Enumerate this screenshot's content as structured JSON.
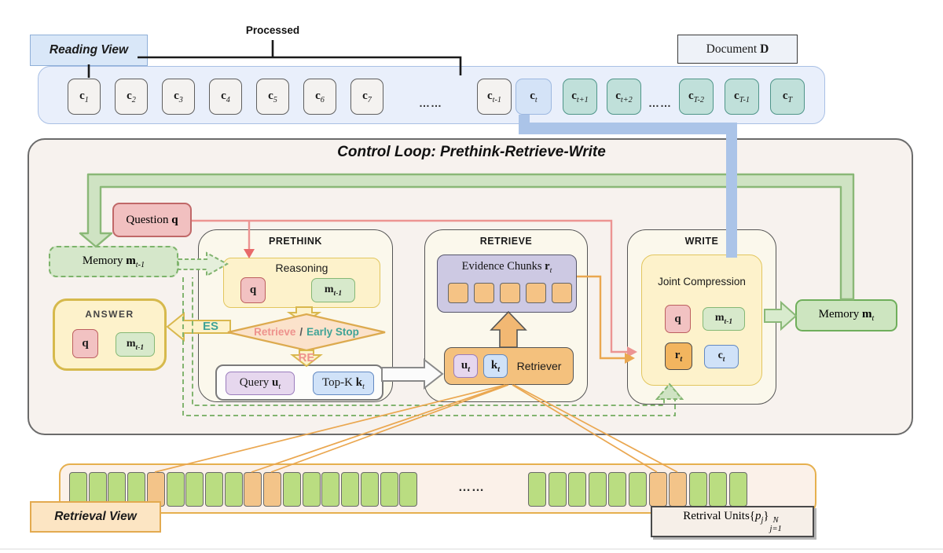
{
  "reading_view": {
    "label": "Reading View"
  },
  "processed": {
    "label": "Processed"
  },
  "document": {
    "label_tokens": [
      {
        "t": "Document "
      },
      {
        "b": "D"
      }
    ]
  },
  "reading_chunks": [
    {
      "kind": "chunk",
      "type": "processed",
      "tokens": [
        {
          "b": "c"
        },
        {
          "s": "1"
        }
      ]
    },
    {
      "kind": "chunk",
      "type": "processed",
      "tokens": [
        {
          "b": "c"
        },
        {
          "s": "2"
        }
      ]
    },
    {
      "kind": "chunk",
      "type": "processed",
      "tokens": [
        {
          "b": "c"
        },
        {
          "s": "3"
        }
      ]
    },
    {
      "kind": "chunk",
      "type": "processed",
      "tokens": [
        {
          "b": "c"
        },
        {
          "s": "4"
        }
      ]
    },
    {
      "kind": "chunk",
      "type": "processed",
      "tokens": [
        {
          "b": "c"
        },
        {
          "s": "5"
        }
      ]
    },
    {
      "kind": "chunk",
      "type": "processed",
      "tokens": [
        {
          "b": "c"
        },
        {
          "s": "6"
        }
      ]
    },
    {
      "kind": "chunk",
      "type": "processed",
      "tokens": [
        {
          "b": "c"
        },
        {
          "s": "7"
        }
      ]
    },
    {
      "kind": "dots",
      "text": "……"
    },
    {
      "kind": "chunk",
      "type": "processed",
      "tokens": [
        {
          "b": "c"
        },
        {
          "s": "t-1"
        }
      ]
    },
    {
      "kind": "chunk",
      "type": "current",
      "tokens": [
        {
          "b": "c"
        },
        {
          "s": "t"
        }
      ]
    },
    {
      "kind": "chunk",
      "type": "future",
      "tokens": [
        {
          "b": "c"
        },
        {
          "s": "t+1"
        }
      ]
    },
    {
      "kind": "chunk",
      "type": "future",
      "tokens": [
        {
          "b": "c"
        },
        {
          "s": "t+2"
        }
      ]
    },
    {
      "kind": "dots",
      "text": "……"
    },
    {
      "kind": "chunk",
      "type": "future",
      "tokens": [
        {
          "b": "c"
        },
        {
          "s": "T-2"
        }
      ]
    },
    {
      "kind": "chunk",
      "type": "future",
      "tokens": [
        {
          "b": "c"
        },
        {
          "s": "T-1"
        }
      ]
    },
    {
      "kind": "chunk",
      "type": "future",
      "tokens": [
        {
          "b": "c"
        },
        {
          "s": "T"
        }
      ]
    }
  ],
  "control_loop": {
    "title": "Control Loop: Prethink-Retrieve-Write",
    "question_tokens": [
      {
        "t": "Question "
      },
      {
        "b": "q"
      }
    ],
    "memory_prev_tokens": [
      {
        "t": "Memory "
      },
      {
        "b": "m"
      },
      {
        "s": "t-1"
      }
    ],
    "memory_next_tokens": [
      {
        "t": "Memory "
      },
      {
        "b": "m"
      },
      {
        "s": "t"
      }
    ],
    "answer": {
      "title": "ANSWER",
      "chip_q": [
        {
          "b": "q"
        }
      ],
      "chip_m": [
        {
          "b": "m"
        },
        {
          "s": "t-1"
        }
      ]
    },
    "prethink": {
      "title": "PRETHINK",
      "reasoning_label": "Reasoning",
      "chip_q": [
        {
          "b": "q"
        }
      ],
      "chip_m": [
        {
          "b": "m"
        },
        {
          "s": "t-1"
        }
      ],
      "decision": {
        "retrieve": "Retrieve",
        "divider": "/",
        "early_stop": "Early Stop",
        "es_label": "ES",
        "re_label": "RE"
      },
      "query_tokens": [
        {
          "t": "Query "
        },
        {
          "b": "u"
        },
        {
          "s": "t"
        }
      ],
      "topk_tokens": [
        {
          "t": "Top-K "
        },
        {
          "b": "k"
        },
        {
          "s": "t"
        }
      ]
    },
    "retrieve": {
      "title": "RETRIEVE",
      "evidence_tokens": [
        {
          "t": "Evidence Chunks "
        },
        {
          "b": "r"
        },
        {
          "s": "t"
        }
      ],
      "evidence_square_count": 5,
      "retriever_label": "Retriever",
      "chip_u": [
        {
          "b": "u"
        },
        {
          "s": "t"
        }
      ],
      "chip_k": [
        {
          "b": "k"
        },
        {
          "s": "t"
        }
      ]
    },
    "write": {
      "title": "WRITE",
      "joint_label": "Joint Compression",
      "chip_q": [
        {
          "b": "q"
        }
      ],
      "chip_m": [
        {
          "b": "m"
        },
        {
          "s": "t-1"
        }
      ],
      "chip_r": [
        {
          "b": "r"
        },
        {
          "s": "t"
        }
      ],
      "chip_c": [
        {
          "b": "c"
        },
        {
          "s": "t"
        }
      ]
    }
  },
  "retrieval_view": {
    "label": "Retrieval View",
    "dots": "……",
    "units_tokens": [
      {
        "t": "Retrival Units{"
      },
      {
        "i": "p"
      },
      {
        "s": "j"
      },
      {
        "t": "}"
      },
      {
        "k": [
          "N",
          "j=1"
        ]
      }
    ],
    "left_squares": [
      "green",
      "green",
      "green",
      "green",
      "orange",
      "green",
      "green",
      "green",
      "green",
      "orange",
      "orange",
      "green",
      "green",
      "green",
      "green",
      "green",
      "green",
      "green"
    ],
    "right_squares": [
      "green",
      "green",
      "green",
      "green",
      "green",
      "green",
      "orange",
      "orange",
      "green",
      "green",
      "green"
    ]
  },
  "colors": {
    "processed_chunk": "#f4f2f0",
    "current_chunk": "#d4e3f7",
    "future_chunk": "#c0e0da",
    "memory_green": "#cfe3c3",
    "question_pink": "#f1c0c0",
    "yellow_box": "#fdf2cb",
    "diamond_fill": "#fbe2cb",
    "evidence_purple": "#cdc9e3",
    "retriever_orange": "#f4c17d",
    "square_green": "#badd81",
    "square_orange": "#f3c489",
    "band_blue": "#abc4e8",
    "teal_text": "#3fa396",
    "salmon_text": "#ee928d"
  }
}
